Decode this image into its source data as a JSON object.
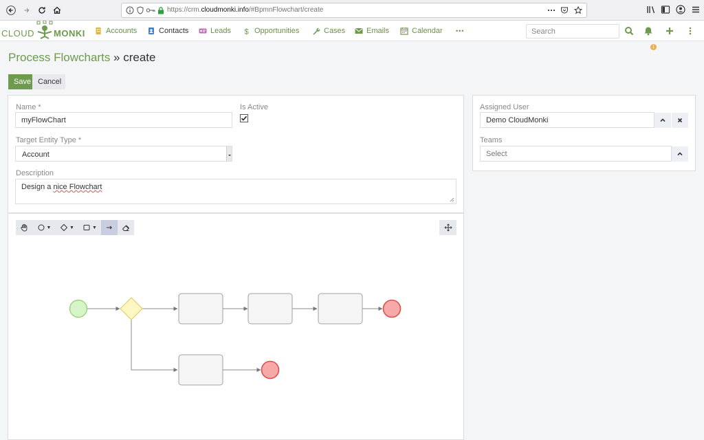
{
  "browser": {
    "url_prefix": "https://crm.",
    "url_domain": "cloudmonki.info",
    "url_suffix": "/#BpmnFlowchart/create"
  },
  "brand": {
    "logo_left": "CLOUD",
    "logo_right": "MONKI"
  },
  "nav": {
    "items": [
      {
        "label": "Accounts",
        "icon": "building-icon"
      },
      {
        "label": "Contacts",
        "icon": "contact-icon"
      },
      {
        "label": "Leads",
        "icon": "id-card-icon"
      },
      {
        "label": "Opportunities",
        "icon": "dollar-icon"
      },
      {
        "label": "Cases",
        "icon": "wrench-icon"
      },
      {
        "label": "Emails",
        "icon": "envelope-icon"
      },
      {
        "label": "Calendar",
        "icon": "calendar-icon"
      }
    ],
    "more": "•••",
    "search_placeholder": "Search",
    "notification_count": "1"
  },
  "page": {
    "crumb": "Process Flowcharts",
    "separator": " » ",
    "title": "create"
  },
  "buttons": {
    "save": "Save",
    "cancel": "Cancel"
  },
  "form": {
    "name_label": "Name *",
    "name_value": "myFlowChart",
    "is_active_label": "Is Active",
    "is_active": true,
    "target_entity_label": "Target Entity Type *",
    "target_entity_value": "Account",
    "description_label": "Description",
    "description_before": "Design a ",
    "description_misspelled": "nice Flowchart"
  },
  "side": {
    "assigned_user_label": "Assigned User",
    "assigned_user_value": "Demo CloudMonki",
    "teams_label": "Teams",
    "teams_placeholder": "Select"
  },
  "flowchart": {
    "tools": [
      "hand-tool",
      "event-tool",
      "gateway-tool",
      "task-tool",
      "flow-tool",
      "eraser-tool"
    ],
    "active_tool": "flow-tool",
    "colors": {
      "start_fill": "#d6f5c6",
      "start_stroke": "#8ccf6e",
      "end_fill": "#f7a8a8",
      "end_stroke": "#d9534f",
      "gateway_fill": "#fff7c2",
      "gateway_stroke": "#e0cc6a",
      "task_fill": "#f5f5f5",
      "task_stroke": "#a0a0a0",
      "flow": "#888888"
    }
  }
}
